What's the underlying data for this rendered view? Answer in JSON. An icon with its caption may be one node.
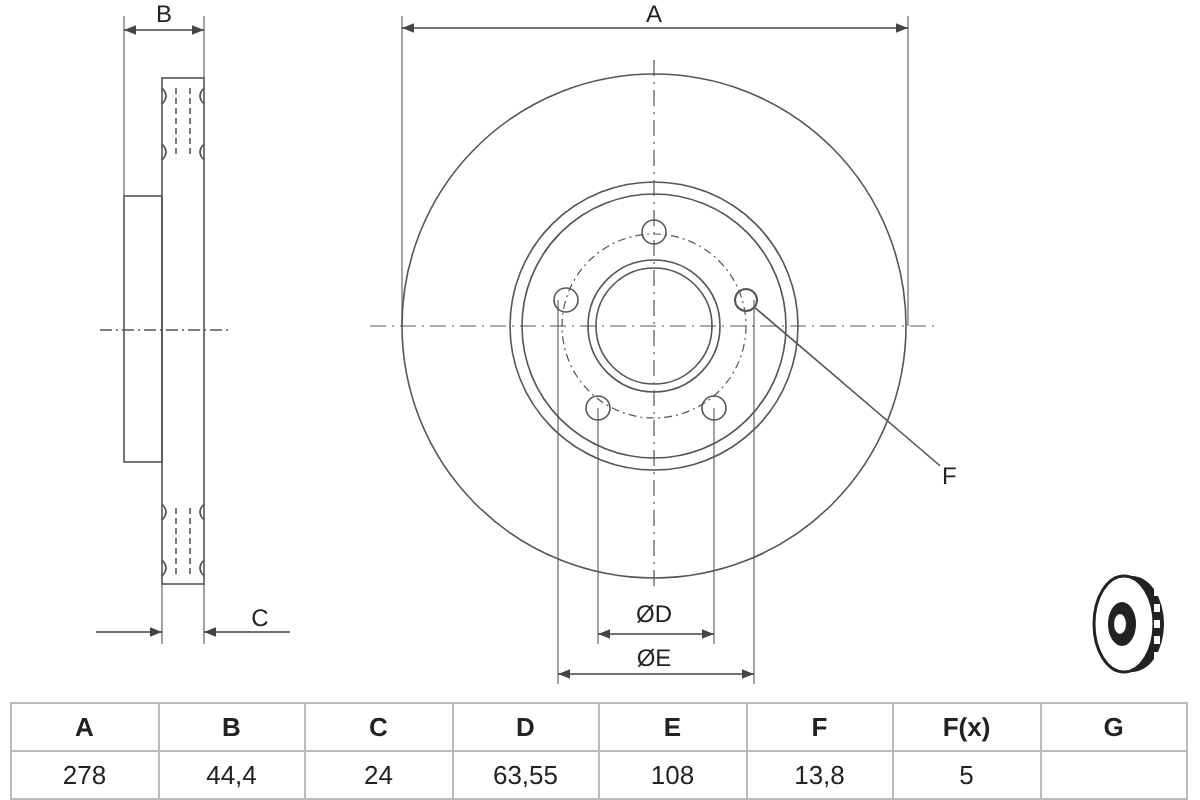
{
  "diagram": {
    "nodes": [
      {
        "text": [
          "F"
        ]
      },
      {
        "text": [],
        "shape": "circle"
      }
    ],
    "edges": [
      {
        "from": 0,
        "to": 1,
        "arrow": "none"
      }
    ],
    "labels": [
      "B",
      "A",
      "C",
      "ØD",
      "ØE",
      "A",
      "B",
      "C",
      "D",
      "E",
      "F",
      "F(x)",
      "G",
      "278",
      "44,4",
      "24",
      "63,55",
      "108",
      "13,8",
      "5"
    ]
  }
}
